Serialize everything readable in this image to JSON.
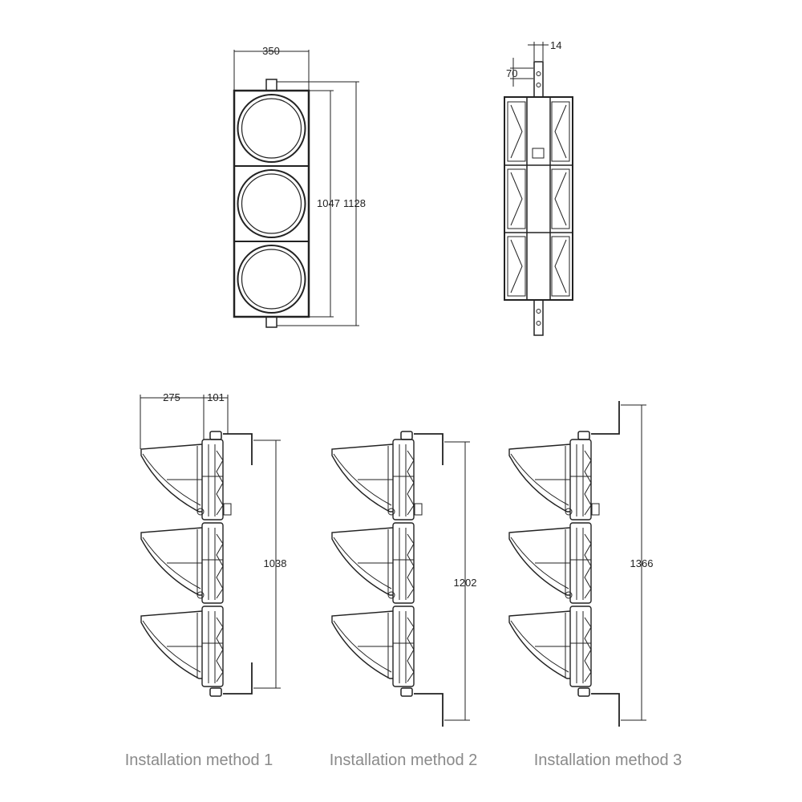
{
  "front_view": {
    "width_label": "350",
    "inner_height_label": "1047",
    "outer_height_label": "1128"
  },
  "side_view": {
    "bracket_width_label": "14",
    "bracket_height_label": "70"
  },
  "installation": [
    {
      "caption": "Installation method 1",
      "height_label": "1038",
      "visor_depth_label": "275",
      "body_depth_label": "101"
    },
    {
      "caption": "Installation method 2",
      "height_label": "1202"
    },
    {
      "caption": "Installation method 3",
      "height_label": "1366"
    }
  ],
  "colors": {
    "line": "#222222",
    "caption": "#8a8a8a",
    "background": "#ffffff"
  }
}
